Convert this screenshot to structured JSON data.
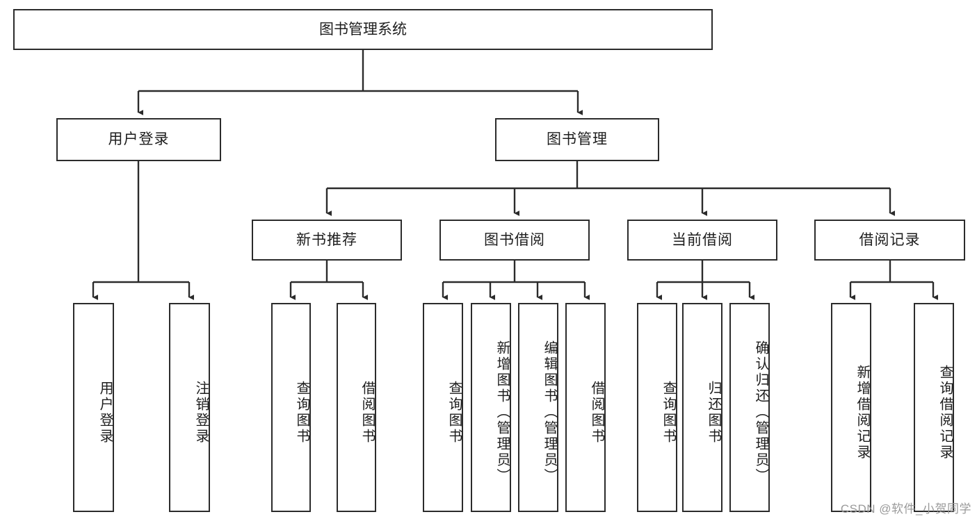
{
  "diagram": {
    "type": "tree-hierarchy",
    "title": "图书管理系统",
    "watermark": "CSDN @软件_小贺同学",
    "colors": {
      "box_border": "#2b2b2b",
      "box_fill": "#ffffff",
      "connector": "#2b2b2b",
      "text": "#1d1d1d",
      "watermark": "#9a9a9a",
      "background": "#ffffff"
    },
    "nodes": {
      "root": {
        "label": "图书管理系统"
      },
      "level2": [
        {
          "label": "用户登录"
        },
        {
          "label": "图书管理"
        }
      ],
      "level3": [
        {
          "label": "新书推荐"
        },
        {
          "label": "图书借阅"
        },
        {
          "label": "当前借阅"
        },
        {
          "label": "借阅记录"
        }
      ],
      "leaves": {
        "user_login": [
          {
            "label": "用户登录"
          },
          {
            "label": "注销登录"
          }
        ],
        "new_book_recommend": [
          {
            "label": "查询图书"
          },
          {
            "label": "借阅图书"
          }
        ],
        "book_borrow": [
          {
            "label": "查询图书"
          },
          {
            "label": "新增图书（管理员）"
          },
          {
            "label": "编辑图书（管理员）"
          },
          {
            "label": "借阅图书"
          }
        ],
        "current_borrow": [
          {
            "label": "查询图书"
          },
          {
            "label": "归还图书"
          },
          {
            "label": "确认归还（管理员）"
          }
        ],
        "borrow_record": [
          {
            "label": "新增借阅记录"
          },
          {
            "label": "查询借阅记录"
          }
        ]
      }
    }
  }
}
